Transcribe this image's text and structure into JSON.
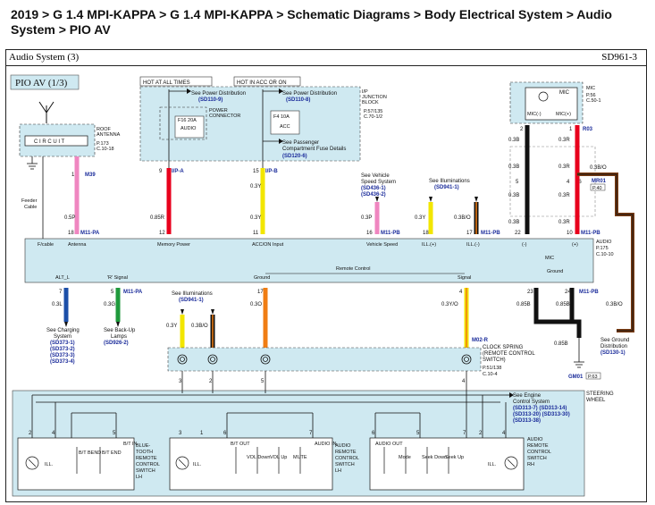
{
  "breadcrumb": "2019 > G 1.4 MPI-KAPPA > G 1.4 MPI-KAPPA > Schematic Diagrams > Body Electrical System > Audio System > PIO AV",
  "header": {
    "left": "Audio System (3)",
    "right": "SD961-3"
  },
  "diagram": {
    "title": "PIO AV (1/3)",
    "hot_at_all_times": "HOT AT ALL TIMES",
    "hot_in_acc_or_on": "HOT IN ACC OR ON",
    "see_power_dist_1": "See Power Distribution",
    "see_power_dist_1_ref": "(SD110-9)",
    "see_power_dist_2": "See Power Distribution",
    "see_power_dist_2_ref": "(SD110-8)",
    "ij_block": [
      "I/P",
      "JUNCTION",
      "BLOCK",
      "P.57/135",
      "C.70-1/2"
    ],
    "power_connector": [
      "POWER",
      "CONNECTOR"
    ],
    "fuse_audio": [
      "F16 20A",
      "AUDIO"
    ],
    "fuse_acc": [
      "F4 10A",
      "ACC"
    ],
    "see_passenger": [
      "See Passenger",
      "Compartment Fuse Details"
    ],
    "see_passenger_ref": "(SD120-6)",
    "roof_antenna": [
      "ROOF",
      "ANTENNA",
      "P.173",
      "C.10-18"
    ],
    "circuit": "C I R C U I T",
    "mic": {
      "label": "MIC",
      "ref": [
        "P.56",
        "C.50-1"
      ],
      "minus": "MIC(-)",
      "plus": "MIC(+)",
      "pin2": "2",
      "pin1": "1"
    },
    "pin_m39": [
      "1",
      "M39"
    ],
    "pin_ipa": [
      "9",
      "I/P-A"
    ],
    "pin_ipb": [
      "15",
      "I/P-B"
    ],
    "wire_0_3y_top": "0.3Y",
    "see_vehicle_speed": [
      "See Vehicle",
      "Speed System",
      "(SD436-1)",
      "(SD436-2)"
    ],
    "see_illum_top": [
      "See Illuminations",
      "(SD941-1)"
    ],
    "feeder_cable": [
      "Feeder",
      "Cable"
    ],
    "mic_wires": [
      "0.3B",
      "0.3R",
      "0.3B",
      "0.3R",
      "0.3B",
      "0.3R",
      "0.3B",
      "0.3R"
    ],
    "mic_pins_left": [
      "5",
      "22"
    ],
    "mic_pins_right": [
      "4",
      "10"
    ],
    "pin_16": "16",
    "mr01": [
      "MR01",
      "P.40"
    ],
    "wire_03bo_right": "0.3B/O",
    "audio_ref": [
      "AUDIO",
      "P.175",
      "C.10-10"
    ],
    "unit_wires": [
      "0.5P",
      "0.85R",
      "0.3Y",
      "0.3P",
      "0.3Y",
      "0.3B/O"
    ],
    "unit_pins_top": [
      "18",
      "M11-PA",
      "12",
      "11",
      "16",
      "M11-PB",
      "18",
      "17",
      "M11-PB",
      "22",
      "10",
      "M11-PB"
    ],
    "unit_labels_top": [
      "F/cable",
      "Antenna",
      "Memory Power",
      "ACC/ON Input",
      "Vehicle Speed",
      "ILL.(+)",
      "ILL.(-)",
      "(-)",
      "(+)",
      "MIC"
    ],
    "unit_labels_bottom": [
      "ALT_L",
      "'R' Signal",
      "Ground",
      "Remote Control",
      "Signal",
      "Ground"
    ],
    "unit_pins_bottom": [
      "7",
      "5",
      "M11-PA",
      "17",
      "4",
      "M02-R",
      "23",
      "24",
      "M11-PB"
    ],
    "lower_wires": [
      "0.3L",
      "0.3G",
      "0.3O",
      "0.3Y/O",
      "0.85B",
      "0.85B",
      "0.3B/O",
      "0.85B"
    ],
    "see_charging": [
      "See Charging",
      "System",
      "(SD373-1)",
      "(SD373-2)",
      "(SD373-3)",
      "(SD373-4)"
    ],
    "see_backup": [
      "See Back-Up",
      "Lamps",
      "(SD926-2)"
    ],
    "see_illum_bottom": [
      "See Illuminations",
      "(SD941-1)"
    ],
    "wire_illum_bottom": [
      "0.3Y",
      "0.3B/O"
    ],
    "clock_spring": [
      "CLOCK SPRING",
      "(REMOTE CONTROL",
      "SWITCH)",
      "P.51/138",
      "C.10-4"
    ],
    "see_ground": [
      "See Ground",
      "Distribution",
      "(SD130-1)"
    ],
    "gm01": [
      "GM01",
      "P.63"
    ],
    "clock_pins": [
      "3",
      "2",
      "5",
      "4"
    ],
    "see_engine": [
      "See Engine",
      "Control System",
      "(SD313-7) (SD313-14)",
      "(SD313-20) (SD313-30)",
      "(SD313-38)"
    ],
    "steering_wheel": [
      "STEERING",
      "WHEEL"
    ],
    "sw_bt": [
      "BLUE-",
      "TOOTH",
      "REMOTE",
      "CONTROL",
      "SWITCH",
      "LH"
    ],
    "sw_audio_lh": [
      "AUDIO",
      "REMOTE",
      "CONTROL",
      "SWITCH",
      "LH"
    ],
    "sw_audio_rh": [
      "AUDIO",
      "REMOTE",
      "CONTROL",
      "SWITCH",
      "RH"
    ],
    "sw_labels": [
      "ILL.",
      "B/T BEND",
      "B/T END",
      "B/T IN",
      "ILL.",
      "B/T OUT",
      "VOL Down",
      "VOL Up",
      "MUTE",
      "AUDIO IN",
      "AUDIO OUT",
      "Mode",
      "Seek Down",
      "Seek Up",
      "ILL."
    ],
    "sw_pins": [
      "2",
      "4",
      "5",
      "3",
      "1",
      "6",
      "7",
      "6",
      "5",
      "7",
      "2",
      "4"
    ],
    "ground": "Ground",
    "colors": {
      "red": "#e8001c",
      "yellow": "#f2e600",
      "pink": "#ef86c0",
      "orange": "#f07d13",
      "blue": "#1c4fa8",
      "green": "#1f9a3c",
      "black": "#111111",
      "brown": "#7a3c12",
      "box": "#cfe9f1",
      "refblue": "#1a2b9a"
    }
  }
}
